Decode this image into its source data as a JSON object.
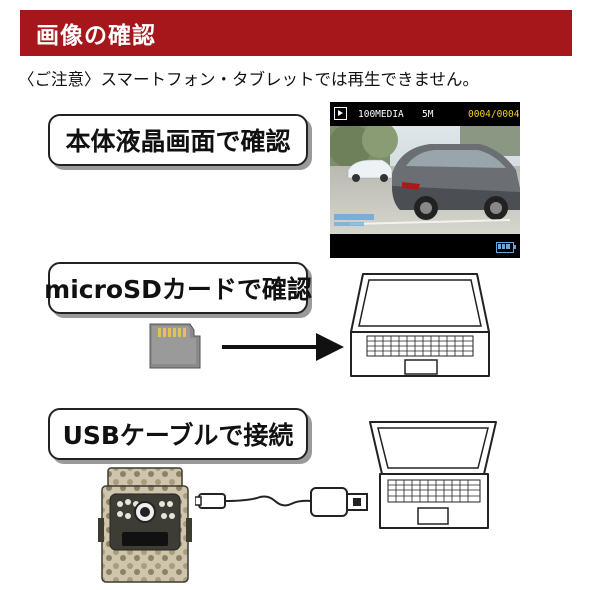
{
  "header": {
    "title": "画像の確認"
  },
  "note": "〈ご注意〉スマートフォン・タブレットでは再生できません。",
  "methods": [
    {
      "label": "本体液晶画面で確認"
    },
    {
      "label": "microSDカードで確認"
    },
    {
      "label": "USBケーブルで接続"
    }
  ],
  "lcd": {
    "folder": "100MEDIA",
    "resolution": "5M",
    "counter": "0004/0004"
  },
  "colors": {
    "header_bg": "#a6171c",
    "lcd_counter": "#f2d21c",
    "icon_outline": "#222222"
  }
}
